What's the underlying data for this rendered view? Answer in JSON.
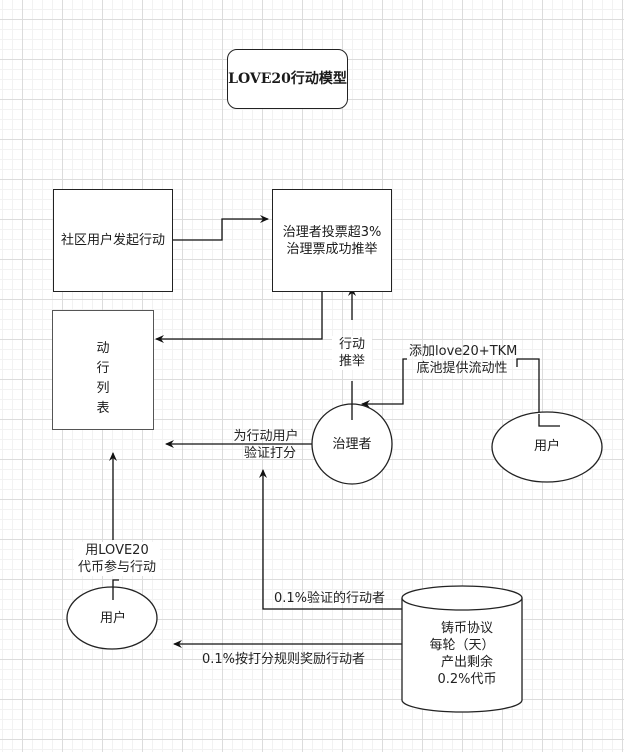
{
  "title": "LOVE20行动模型",
  "nodes": {
    "community_user_initiate": "社区用户发起行动",
    "governance_vote": [
      "治理者投票超3%",
      "治理票成功推举"
    ],
    "action_list": [
      "动",
      "行",
      "列",
      "表"
    ],
    "governor": "治理者",
    "user_right": "用户",
    "user_left": "用户",
    "mint_protocol": [
      "铸币协议",
      "每轮（天）",
      "产出剩余",
      "0.2%代币"
    ]
  },
  "edge_labels": {
    "action_nominate": [
      "行动",
      "推举"
    ],
    "add_liquidity": [
      "添加love20+TKM",
      "底池提供流动性"
    ],
    "verify_score": [
      "为行动用户",
      "验证打分"
    ],
    "use_love20": [
      "用LOVE20",
      "代币参与行动"
    ],
    "verifier_reward": "0.1%验证的行动者",
    "actor_reward": "0.1%按打分规则奖励行动者"
  },
  "colors": {
    "stroke": "#222222",
    "grid_major": "#dcdcdc",
    "grid_minor": "#f2f2f2",
    "background": "#ffffff"
  }
}
